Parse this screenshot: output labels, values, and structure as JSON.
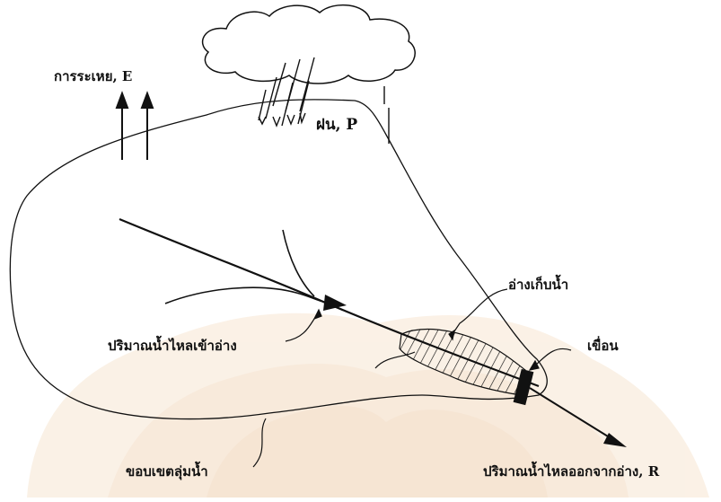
{
  "labels": {
    "evaporation": "การระเหย, E",
    "rain": "ฝน, P",
    "reservoir": "อ่างเก็บน้ำ",
    "inflow": "ปริมาณน้ำไหลเข้าอ่าง",
    "dam": "เขื่อน",
    "watershed_boundary": "ขอบเขตลุ่มน้ำ",
    "outflow": "ปริมาณน้ำไหลออกจากอ่าง, R"
  },
  "colors": {
    "ink": "#111111",
    "watermark": "#f3d9bf"
  }
}
